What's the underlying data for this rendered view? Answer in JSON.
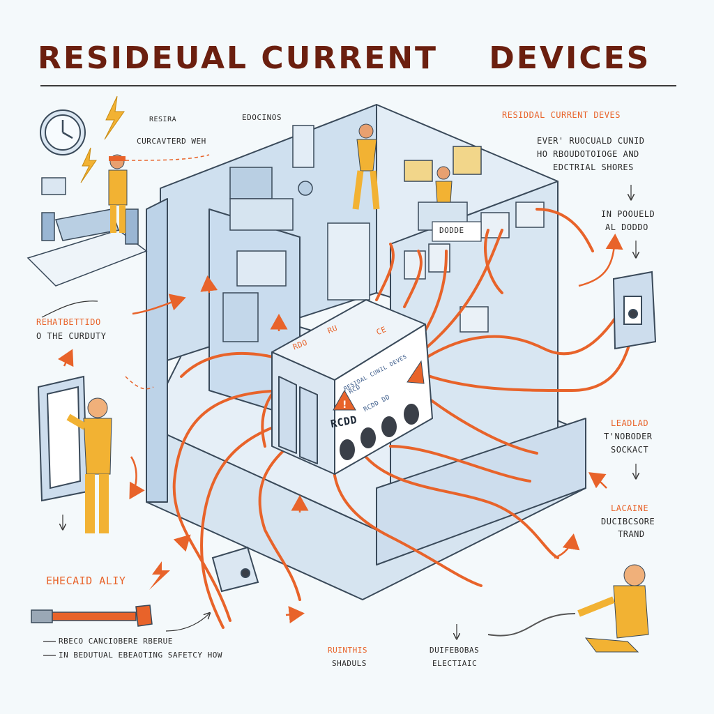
{
  "title": "RESIDEUAL CURRENT    DEVICES",
  "colors": {
    "wire": "#e8632a",
    "title": "#6b1f0f",
    "wall": "#cfe0ef",
    "floor": "#dbe8f3",
    "worker": "#f2b233",
    "outline": "#3a4a5a"
  },
  "labels": {
    "top_left_1": "RESIRA",
    "top_left_2": "CURCAVTERD WEH",
    "top_center": "EDOCINOS",
    "top_right_title": "RESIDDAL CURRENT DEVES",
    "top_right_1": "EVER' RUOCUALD CUNID",
    "top_right_2": "HO RBOUDOTOIOGE AND",
    "top_right_3": "EDCTRIAL SHORES",
    "right_mid_1": "IN POOUELD",
    "right_mid_2": "AL DODDO",
    "left_mid_1": "REHATBETTIDO",
    "left_mid_2": "O THE CURDUTY",
    "right_low_1": "LEADLAD",
    "right_low_2": "T'NOBODER",
    "right_low_3": "SOCKACT",
    "right_bot_1": "LACAINE",
    "right_bot_2": "DUCIBCSORE",
    "right_bot_3": "TRAND",
    "left_bot": "EHECAID ALIY",
    "bottom_left_1": "RBECO CANCIOBERE RBERUE",
    "bottom_left_2": "IN BEDUTUAL EBEAOTING SAFETCY HOW",
    "bottom_mid_1": "RUINTHIS",
    "bottom_mid_2": "SHADULS",
    "bottom_right_1": "DUIFEBOBAS",
    "bottom_right_2": "ELECTIAIC"
  },
  "device": {
    "top_text_1": "RDO",
    "top_text_2": "RU",
    "top_text_3": "CE",
    "front_line_1": "RESIDAL CUNIL DEVES",
    "front_line_2": "RCD ",
    "front_line_3": "RCDD  DD",
    "front_logo": "RCDD",
    "panel_label": "DODDE"
  }
}
